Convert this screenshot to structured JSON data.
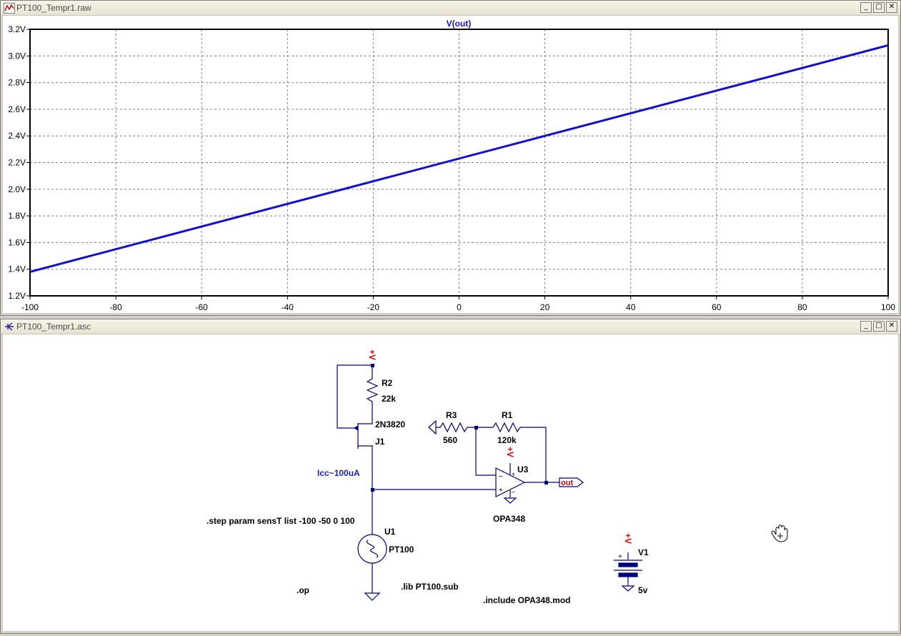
{
  "plot_window": {
    "title": "PT100_Tempr1.raw",
    "trace_label": "V(out)",
    "y_ticks": [
      "1.2V",
      "1.4V",
      "1.6V",
      "1.8V",
      "2.0V",
      "2.2V",
      "2.4V",
      "2.6V",
      "2.8V",
      "3.0V",
      "3.2V"
    ],
    "x_ticks": [
      "-100",
      "-80",
      "-60",
      "-40",
      "-20",
      "0",
      "20",
      "40",
      "60",
      "80",
      "100"
    ],
    "trace_color": "#1010d0"
  },
  "chart_data": {
    "type": "line",
    "series": [
      {
        "name": "V(out)",
        "x": [
          -100,
          100
        ],
        "y": [
          1.38,
          3.08
        ]
      }
    ],
    "xlim": [
      -100,
      100
    ],
    "ylim": [
      1.2,
      3.2
    ],
    "grid": true
  },
  "schematic_window": {
    "title": "PT100_Tempr1.asc",
    "labels": {
      "r2_name": "R2",
      "r2_value": "22k",
      "j1_model": "2N3820",
      "j1_name": "J1",
      "r3_name": "R3",
      "r3_value": "560",
      "r1_name": "R1",
      "r1_value": "120k",
      "u3_name": "U3",
      "u3_model": "OPA348",
      "icc_note": "Icc~100uA",
      "step_directive": ".step param sensT list -100 -50 0 100",
      "u1_name": "U1",
      "u1_model": "PT100",
      "op_directive": ".op",
      "lib_directive": ".lib PT100.sub",
      "include_directive": ".include OPA348.mod",
      "v1_name": "V1",
      "v1_value": "5v",
      "out_label": "out",
      "vplus": "+V"
    },
    "colors": {
      "wire": "#000080",
      "label_blue": "#2020c0",
      "red": "#e00000"
    }
  }
}
